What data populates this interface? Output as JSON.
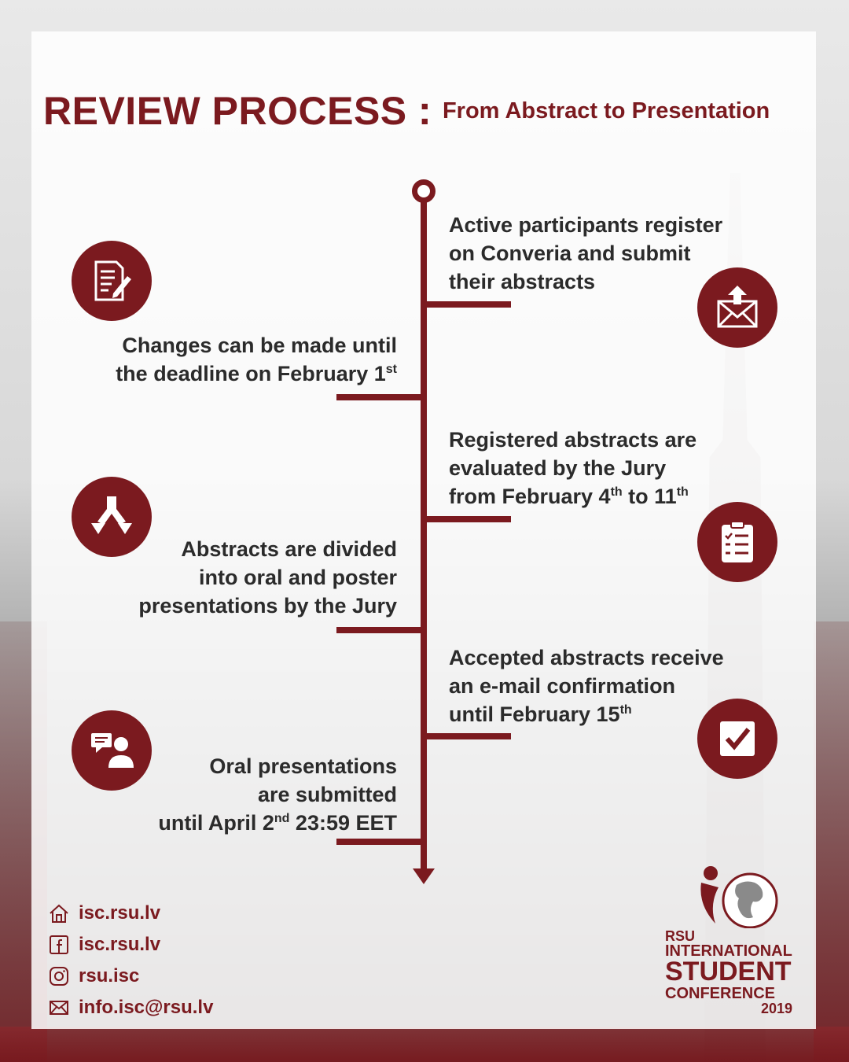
{
  "header": {
    "title": "REVIEW PROCESS",
    "separator": ":",
    "subtitle": "From Abstract to Presentation"
  },
  "steps": [
    {
      "side": "right",
      "lines": [
        "Active participants register",
        "on Converia and submit",
        "their abstracts"
      ],
      "icon": "email-upload-icon"
    },
    {
      "side": "left",
      "line1": "Changes can be made until",
      "line2_main": "the deadline on February 1",
      "line2_sup": "st",
      "icon": "document-edit-icon"
    },
    {
      "side": "right",
      "line1": "Registered abstracts are",
      "line2": "evaluated by the Jury",
      "line3_a": "from February 4",
      "line3_sup1": "th",
      "line3_b": " to 11",
      "line3_sup2": "th",
      "icon": "clipboard-checklist-icon"
    },
    {
      "side": "left",
      "lines": [
        "Abstracts are divided",
        "into oral and poster",
        "presentations by the Jury"
      ],
      "icon": "split-arrows-icon"
    },
    {
      "side": "right",
      "line1": "Accepted abstracts receive",
      "line2": "an e-mail confirmation",
      "line3_main": "until February 15",
      "line3_sup": "th",
      "icon": "checkbox-icon"
    },
    {
      "side": "left",
      "line1": "Oral presentations",
      "line2": "are submitted",
      "line3_a": "until April 2",
      "line3_sup": "nd",
      "line3_b": " 23:59 EET",
      "icon": "speaker-chat-icon"
    }
  ],
  "contacts": [
    {
      "icon": "home-icon",
      "text": "isc.rsu.lv"
    },
    {
      "icon": "facebook-icon",
      "text": "isc.rsu.lv"
    },
    {
      "icon": "instagram-icon",
      "text": "rsu.isc"
    },
    {
      "icon": "mail-icon",
      "text": "info.isc@rsu.lv"
    }
  ],
  "logo": {
    "line1": "RSU",
    "line2": "INTERNATIONAL",
    "line3": "STUDENT",
    "line4": "CONFERENCE",
    "year": "2019"
  },
  "colors": {
    "accent": "#7b1a1f",
    "text": "#2b2b2b",
    "panel": "#ffffff"
  }
}
